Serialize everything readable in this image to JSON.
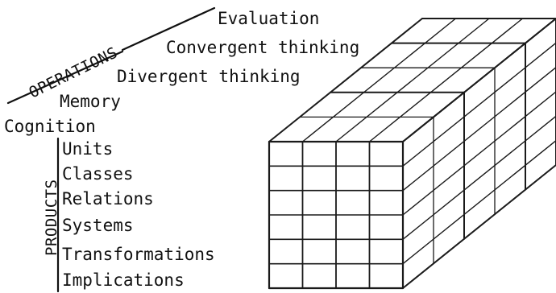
{
  "operations": {
    "title": "OPERATIONS",
    "items": [
      "Evaluation",
      "Convergent thinking",
      "Divergent thinking",
      "Memory",
      "Cognition"
    ]
  },
  "products": {
    "title": "PRODUCTS",
    "items": [
      "Units",
      "Classes",
      "Relations",
      "Systems",
      "Transformations",
      "Implications"
    ]
  },
  "colors": {
    "ink": "#111111",
    "paper": "#ffffff"
  }
}
